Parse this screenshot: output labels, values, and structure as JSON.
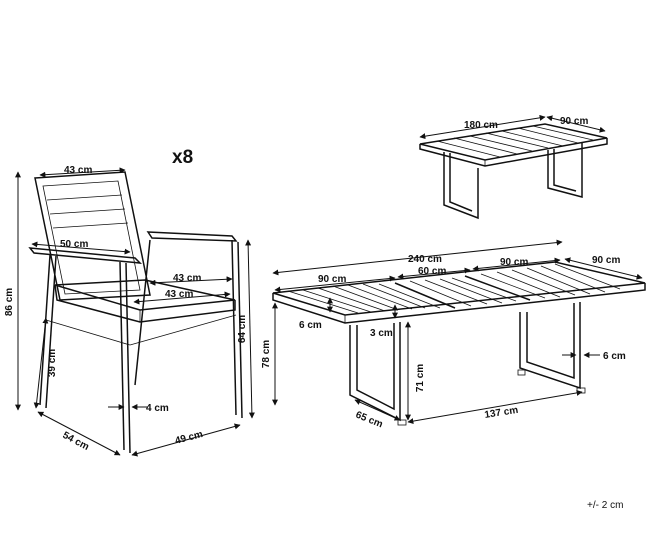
{
  "quantity_label": "x8",
  "tolerance": "+/- 2 cm",
  "chair": {
    "height": "86 cm",
    "top_width": "43 cm",
    "arm_width": "50 cm",
    "seat_width": "43 cm",
    "seat_depth": "43 cm",
    "arm_height": "64 cm",
    "seat_height": "39 cm",
    "leg": "4 cm",
    "depth": "54 cm",
    "width": "49 cm"
  },
  "table_closed": {
    "length": "180 cm",
    "width": "90 cm"
  },
  "table_open": {
    "total_length": "240 cm",
    "section_left": "90 cm",
    "section_mid": "60 cm",
    "section_right": "90 cm",
    "width": "90 cm",
    "top_thickness": "6 cm",
    "gap": "3 cm",
    "height": "78 cm",
    "clearance": "71 cm",
    "leg_width": "6 cm",
    "frame_depth": "65 cm",
    "frame_length": "137 cm"
  }
}
